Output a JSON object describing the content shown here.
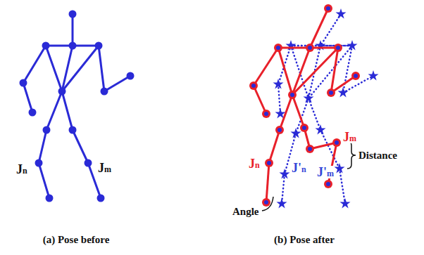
{
  "diagram": {
    "labels": [
      "Jn",
      "Jm",
      "Jn",
      "Jm",
      "Distance",
      "J'n",
      "J'm",
      "Angle",
      "(a) Pose before",
      "(b) Pose after"
    ]
  }
}
